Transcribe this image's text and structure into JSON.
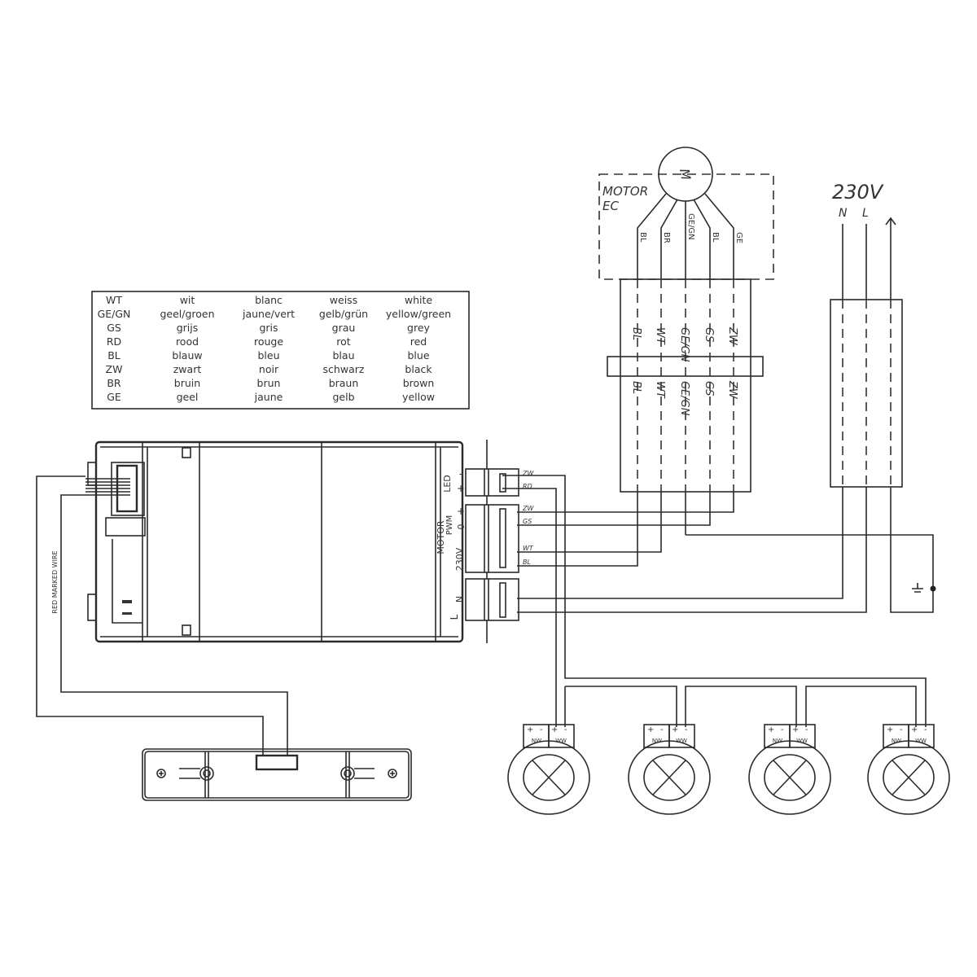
{
  "legend": {
    "rows": [
      [
        "WT",
        "wit",
        "blanc",
        "weiss",
        "white"
      ],
      [
        "GE/GN",
        "geel/groen",
        "jaune/vert",
        "gelb/grün",
        "yellow/green"
      ],
      [
        "GS",
        "grijs",
        "gris",
        "grau",
        "grey"
      ],
      [
        "RD",
        "rood",
        "rouge",
        "rot",
        "red"
      ],
      [
        "BL",
        "blauw",
        "bleu",
        "blau",
        "blue"
      ],
      [
        "ZW",
        "zwart",
        "noir",
        "schwarz",
        "black"
      ],
      [
        "BR",
        "bruin",
        "brun",
        "braun",
        "brown"
      ],
      [
        "GE",
        "geel",
        "jaune",
        "gelb",
        "yellow"
      ]
    ]
  },
  "motor": {
    "symbol": "M",
    "label_line1": "MOTOR",
    "label_line2": "EC",
    "leads": [
      "BL",
      "BR",
      "GE/GN",
      "BL",
      "GE"
    ]
  },
  "cable": {
    "labels": [
      "BL",
      "WT",
      "GE/GN",
      "GS",
      "ZW"
    ]
  },
  "mains": {
    "voltage": "230V",
    "n": "N",
    "l": "L",
    "earth_icon": "earth-arrow"
  },
  "controller": {
    "led_label": "LED",
    "led_minus": "-",
    "led_plus": "+",
    "motor_label": "MOTOR",
    "pwm_label": "PWM",
    "pwm_plus": "+",
    "pwm_zero": "0",
    "v230_label": "230V",
    "n_label": "N",
    "l_label": "L",
    "wires": {
      "led_zw": "ZW",
      "led_rd": "RD",
      "m_zw": "ZW",
      "m_gs": "GS",
      "m_wt": "WT",
      "m_bl": "BL"
    }
  },
  "red_wire_label": "RED MARKED WIRE",
  "lamps": [
    {
      "plus": "+",
      "minus": "-",
      "nw": "NW",
      "ww": "WW"
    },
    {
      "plus": "+",
      "minus": "-",
      "nw": "NW",
      "ww": "WW"
    },
    {
      "plus": "+",
      "minus": "-",
      "nw": "NW",
      "ww": "WW"
    },
    {
      "plus": "+",
      "minus": "-",
      "nw": "NW",
      "ww": "WW"
    }
  ]
}
